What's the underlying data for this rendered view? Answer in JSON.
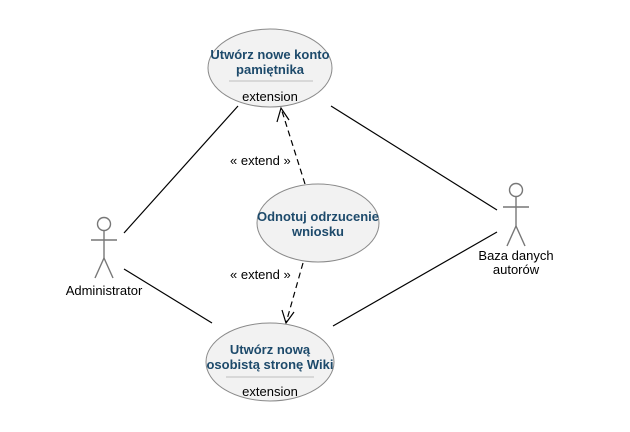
{
  "actors": {
    "administrator": "Administrator",
    "database": [
      "Baza danych",
      "autorów"
    ]
  },
  "use_cases": {
    "create_account": {
      "title": [
        "Utwórz nowe konto",
        "pamiętnika"
      ],
      "extension": "extension"
    },
    "reject_note": {
      "title": [
        "Odnotuj odrzucenie",
        "wniosku"
      ]
    },
    "create_page": {
      "title": [
        "Utwórz nową",
        "osobistą stronę Wiki"
      ],
      "extension": "extension"
    }
  },
  "relations": {
    "extend_top": "« extend »",
    "extend_bottom": "« extend »"
  }
}
